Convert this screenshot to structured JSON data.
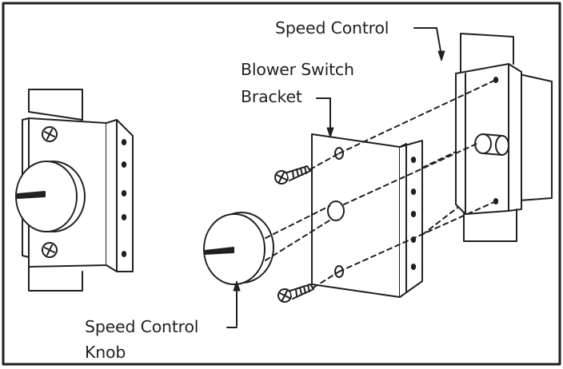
{
  "labels": {
    "speed_control": "Speed Control",
    "blower_switch_bracket_line1": "Blower Switch",
    "blower_switch_bracket_line2": "Bracket",
    "speed_control_knob_line1": "Speed Control",
    "speed_control_knob_line2": "Knob"
  },
  "colors": {
    "line": "#231f20",
    "background": "#ffffff",
    "dark_fill": "#231f20"
  }
}
